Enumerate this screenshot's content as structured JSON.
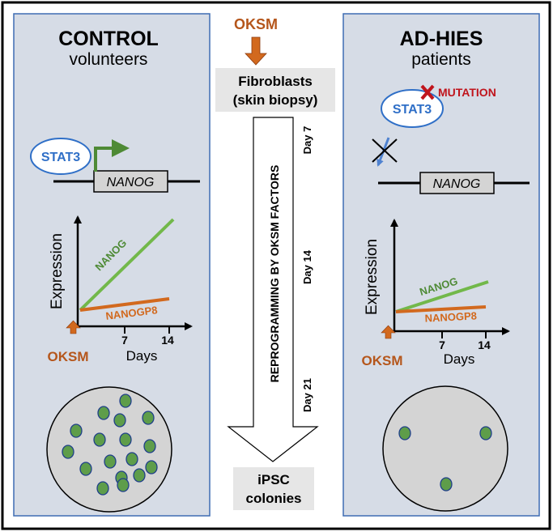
{
  "left": {
    "title": "CONTROL",
    "subtitle": "volunteers",
    "stat3": "STAT3",
    "gene": "NANOG",
    "ylabel": "Expression",
    "xlabel": "Days",
    "ticks": [
      "7",
      "14"
    ],
    "line_nanog": "NANOG",
    "line_nanogp8": "NANOGP8",
    "start_label": "OKSM"
  },
  "right": {
    "title": "AD-HIES",
    "subtitle": "patients",
    "stat3": "STAT3",
    "mutation": "MUTATION",
    "gene": "NANOG",
    "ylabel": "Expression",
    "xlabel": "Days",
    "ticks": [
      "7",
      "14"
    ],
    "line_nanog": "NANOG",
    "line_nanogp8": "NANOGP8",
    "start_label": "OKSM"
  },
  "center": {
    "oksm": "OKSM",
    "fibroblasts_line1": "Fibroblasts",
    "fibroblasts_line2": "(skin biopsy)",
    "arrow_text": "REPROGRAMMING BY OKSM FACTORS",
    "day7": "Day 7",
    "day14": "Day 14",
    "day21": "Day 21",
    "ipsc_line1": "iPSC",
    "ipsc_line2": "colonies"
  },
  "colors": {
    "panel_bg": "#d6dce6",
    "panel_border": "#3f6db3",
    "stat3_blue": "#2f6fc7",
    "green_arrow": "#4e8a35",
    "orange": "#b5561b",
    "nanog_line": "#72b84a",
    "nanogp8_line": "#d2691e",
    "mutation_red": "#c0141c",
    "dish_fill": "#d4d4d4",
    "colony_green": "#5e9d4a",
    "colony_border": "#1f3f8a",
    "box_grey": "#e6e6e6"
  }
}
